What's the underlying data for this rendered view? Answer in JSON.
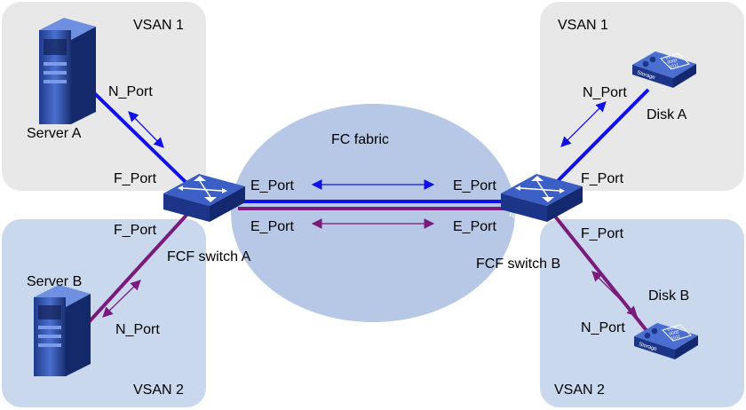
{
  "colors": {
    "vsan1_bg": "#e8e8e8",
    "vsan2_bg": "#c9d8ec",
    "fabric_fill": "#b7c8e6",
    "vsan1_link": "#1010e8",
    "vsan2_link": "#7a1a7a",
    "device_blue": "#3250a8"
  },
  "regions": {
    "vsan1_left": "VSAN 1",
    "vsan1_right": "VSAN 1",
    "vsan2_left": "VSAN 2",
    "vsan2_right": "VSAN 2",
    "fabric": "FC fabric"
  },
  "devices": {
    "server_a": "Server A",
    "server_b": "Server B",
    "disk_a": "Disk A",
    "disk_b": "Disk B",
    "switch_a": "FCF switch A",
    "switch_b": "FCF switch B",
    "switch_badge": "FCF",
    "storage_label": "Storage",
    "storage_bits": [
      "0100",
      "0000",
      "1011"
    ]
  },
  "ports": {
    "server_a_n": "N_Port",
    "switch_a_f_top": "F_Port",
    "switch_a_f_bottom": "F_Port",
    "server_b_n": "N_Port",
    "disk_a_n": "N_Port",
    "switch_b_f_top": "F_Port",
    "switch_b_f_bottom": "F_Port",
    "disk_b_n": "N_Port",
    "switch_a_e_top": "E_Port",
    "switch_a_e_bottom": "E_Port",
    "switch_b_e_top": "E_Port",
    "switch_b_e_bottom": "E_Port"
  }
}
